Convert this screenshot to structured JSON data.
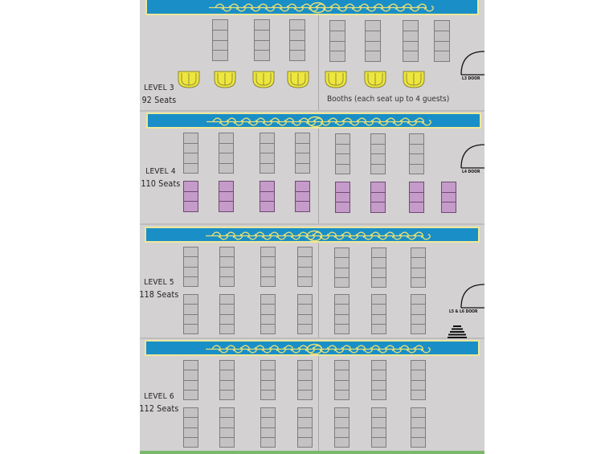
{
  "levels": [
    {
      "key": "l3",
      "name": "LEVEL 3",
      "seats": "92 Seats",
      "door": "L3 DOOR"
    },
    {
      "key": "l4",
      "name": "LEVEL 4",
      "seats": "110 Seats",
      "door": "L4 DOOR"
    },
    {
      "key": "l5",
      "name": "LEVEL 5",
      "seats": "118 Seats",
      "door": "L5 & L6 DOOR"
    },
    {
      "key": "l6",
      "name": "LEVEL 6",
      "seats": "112 Seats"
    }
  ],
  "booth_note": "Booths (each seat up to 4 guests)",
  "colors": {
    "floor": "#d3d1d2",
    "banner": "#1a8ec6",
    "banner_border": "#eee79a",
    "ornament": "#e9e176",
    "seat": "#c4c2c3",
    "seat_border": "#7e7c7d",
    "premium_seat": "#c59bc9",
    "booth": "#ede63e",
    "booth_border": "#8a8633"
  },
  "icons": [
    "ornament-icon",
    "booth-seat-icon",
    "door-icon",
    "stairs-icon"
  ]
}
